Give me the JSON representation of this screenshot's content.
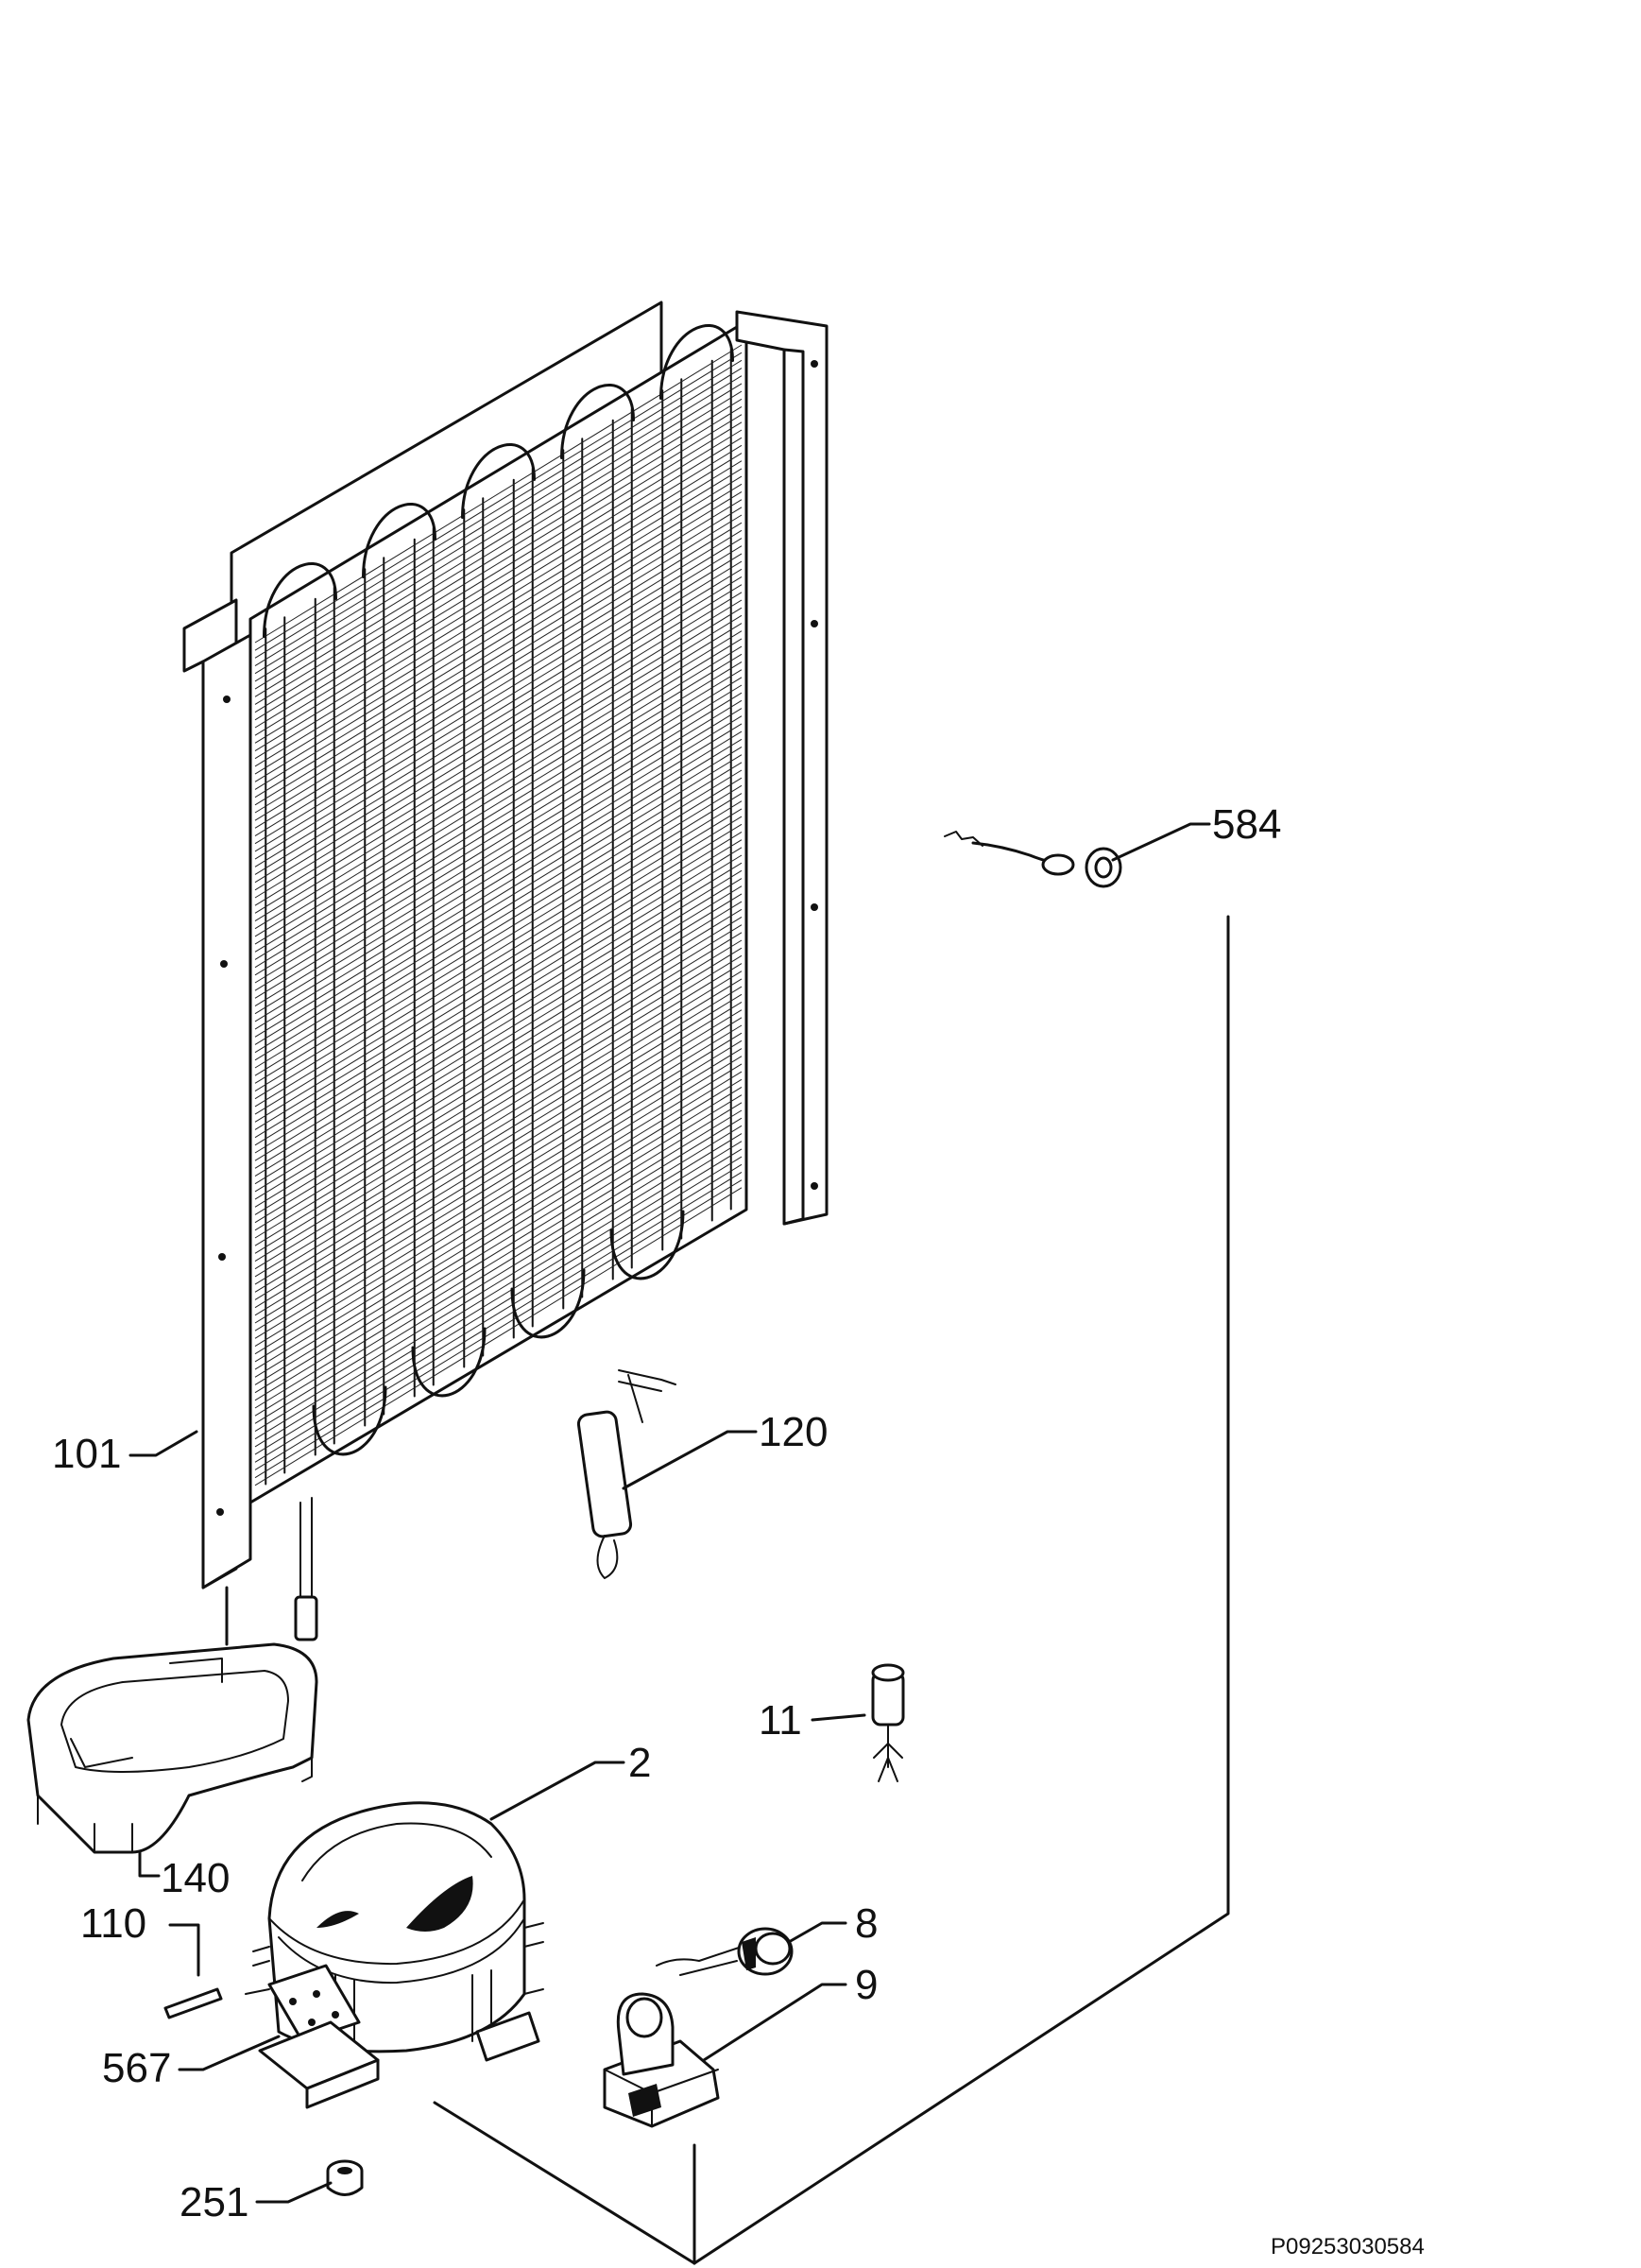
{
  "parts": [
    {
      "id": "584",
      "label": "584"
    },
    {
      "id": "101",
      "label": "101"
    },
    {
      "id": "120",
      "label": "120"
    },
    {
      "id": "11",
      "label": "11"
    },
    {
      "id": "2",
      "label": "2"
    },
    {
      "id": "140",
      "label": "140"
    },
    {
      "id": "110",
      "label": "110"
    },
    {
      "id": "8",
      "label": "8"
    },
    {
      "id": "9",
      "label": "9"
    },
    {
      "id": "567",
      "label": "567"
    },
    {
      "id": "251",
      "label": "251"
    }
  ],
  "drawing_code": "P09253030584"
}
